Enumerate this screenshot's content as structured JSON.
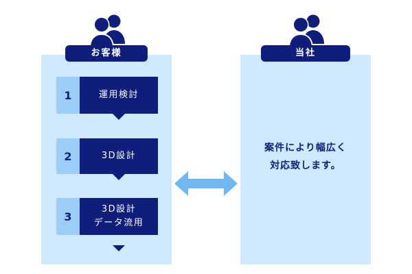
{
  "colors": {
    "navy": "#0f1e7a",
    "panel": "#cfe8fd",
    "number_box": "#9bcdf6",
    "arrow": "#6fb8f3"
  },
  "left": {
    "icon": "people-icon",
    "tag": "お客様",
    "steps": [
      {
        "number": "1",
        "lines": [
          "運用検討"
        ]
      },
      {
        "number": "2",
        "lines": [
          "3D設計"
        ]
      },
      {
        "number": "3",
        "lines": [
          "3D設計",
          "データ流用"
        ]
      }
    ]
  },
  "right": {
    "icon": "people-icon",
    "tag": "当社",
    "text_lines": [
      "案件により幅広く",
      "対応致します。"
    ]
  },
  "connector": {
    "icon": "double-arrow-icon"
  }
}
